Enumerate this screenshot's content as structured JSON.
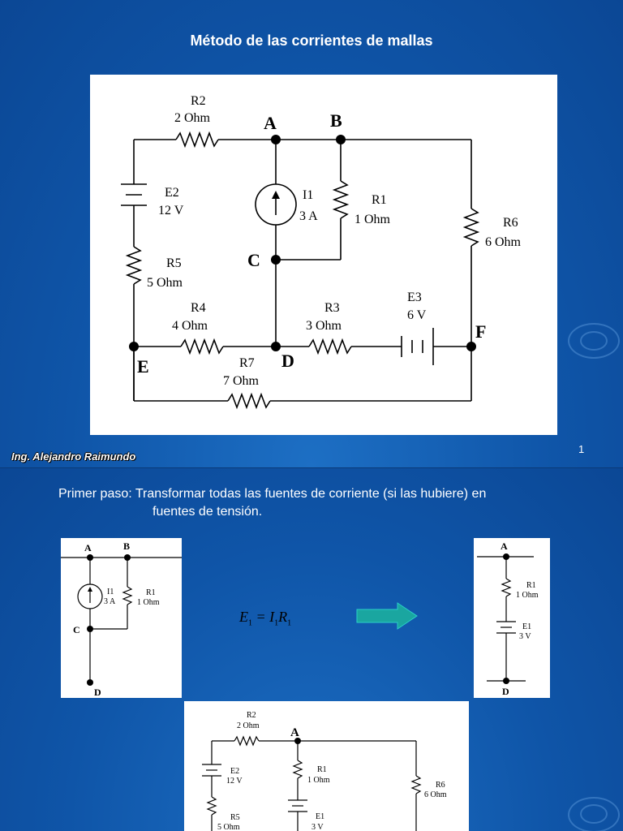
{
  "slide1": {
    "title": "Método de las corrientes de mallas",
    "author": "Ing. Alejandro Raimundo",
    "page_number": "1",
    "circuit": {
      "nodes": [
        "A",
        "B",
        "C",
        "D",
        "E",
        "F"
      ],
      "R2": {
        "name": "R2",
        "value": "2  Ohm"
      },
      "R1": {
        "name": "R1",
        "value": "1  Ohm"
      },
      "R6": {
        "name": "R6",
        "value": "6  Ohm"
      },
      "R5": {
        "name": "R5",
        "value": "5  Ohm"
      },
      "R4": {
        "name": "R4",
        "value": "4  Ohm"
      },
      "R3": {
        "name": "R3",
        "value": "3  Ohm"
      },
      "R7": {
        "name": "R7",
        "value": "7  Ohm"
      },
      "E2": {
        "name": "E2",
        "value": "12 V"
      },
      "E3": {
        "name": "E3",
        "value": "6 V"
      },
      "I1": {
        "name": "I1",
        "value": "3 A"
      }
    }
  },
  "slide2": {
    "step_line1": "Primer paso: Transformar todas las fuentes de corriente (si las hubiere) en",
    "step_line2": "fuentes de tensión.",
    "formula": {
      "E": "E",
      "I": "I",
      "R": "R",
      "sub": "1",
      "eq": " = "
    },
    "left_fig": {
      "nodes": [
        "A",
        "B",
        "C",
        "D"
      ],
      "I1": {
        "name": "I1",
        "value": "3 A"
      },
      "R1": {
        "name": "R1",
        "value": "1  Ohm"
      }
    },
    "right_fig": {
      "nodes": [
        "A",
        "D"
      ],
      "R1": {
        "name": "R1",
        "value": "1  Ohm"
      },
      "E1": {
        "name": "E1",
        "value": "3 V"
      }
    },
    "bottom_fig": {
      "nodes": [
        "A"
      ],
      "R2": {
        "name": "R2",
        "value": "2  Ohm"
      },
      "E2": {
        "name": "E2",
        "value": "12 V"
      },
      "R1": {
        "name": "R1",
        "value": "1  Ohm"
      },
      "R6": {
        "name": "R6",
        "value": "6  Ohm"
      },
      "R5": {
        "name": "R5",
        "value": "5  Ohm"
      },
      "E1": {
        "name": "E1",
        "value": "3 V"
      }
    },
    "arrow_color": "#1aa6a0"
  }
}
